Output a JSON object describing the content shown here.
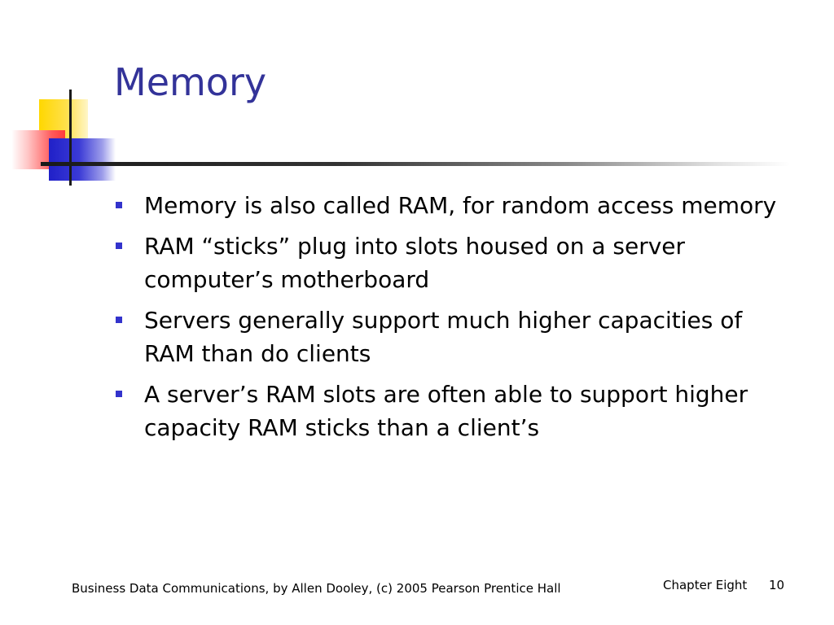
{
  "slide": {
    "title": "Memory",
    "bullets": [
      "Memory is also called RAM, for random access memory",
      "RAM “sticks” plug into slots housed on a server computer’s motherboard",
      "Servers generally support much higher capacities of RAM than do clients",
      "A server’s RAM slots are often able to support higher capacity RAM sticks than a client’s"
    ]
  },
  "footer": {
    "source": "Business Data Communications, by Allen Dooley, (c) 2005 Pearson Prentice Hall",
    "chapter": "Chapter Eight",
    "page_number": "10"
  },
  "colors": {
    "title": "#333399",
    "bullet_marker": "#3333cc",
    "accent_yellow": "#ffd700",
    "accent_red": "#ff3b3b",
    "accent_blue": "#2020c8"
  }
}
